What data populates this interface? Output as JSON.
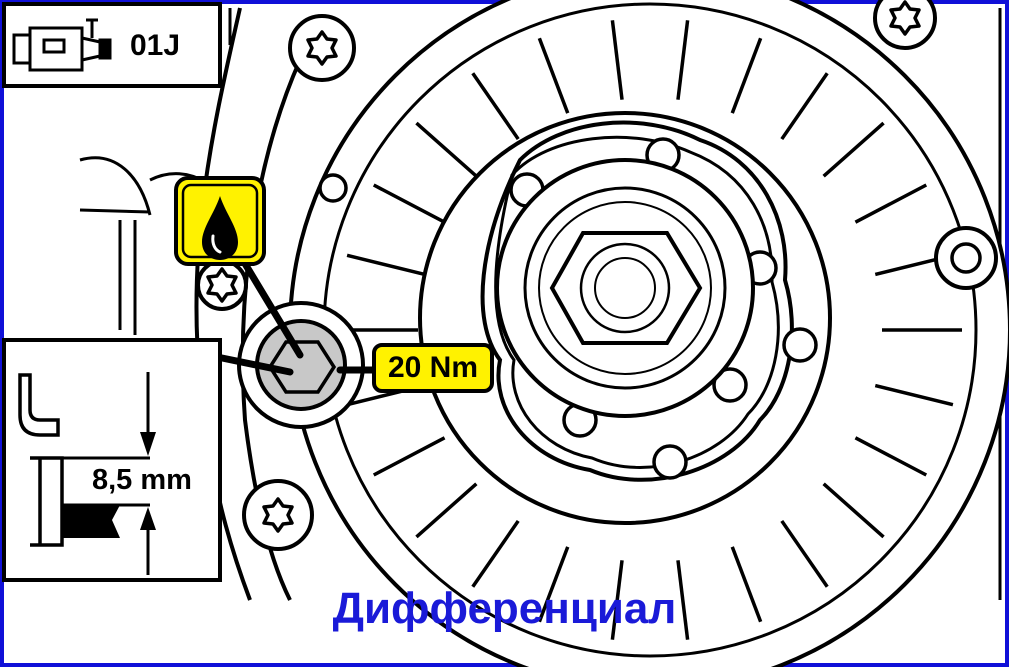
{
  "header": {
    "transmission_code": "01J",
    "transmission_icon": "gearbox-icon"
  },
  "callouts": {
    "torque": "20 Nm",
    "fill_depth": "8,5 mm",
    "oil_icon": "oil-drop-icon"
  },
  "caption": "Дифференциал",
  "colors": {
    "frame": "#1010d8",
    "caption": "#1a1ad8",
    "callout_fill": "#fff200",
    "plug_fill": "#c8c8c8"
  }
}
